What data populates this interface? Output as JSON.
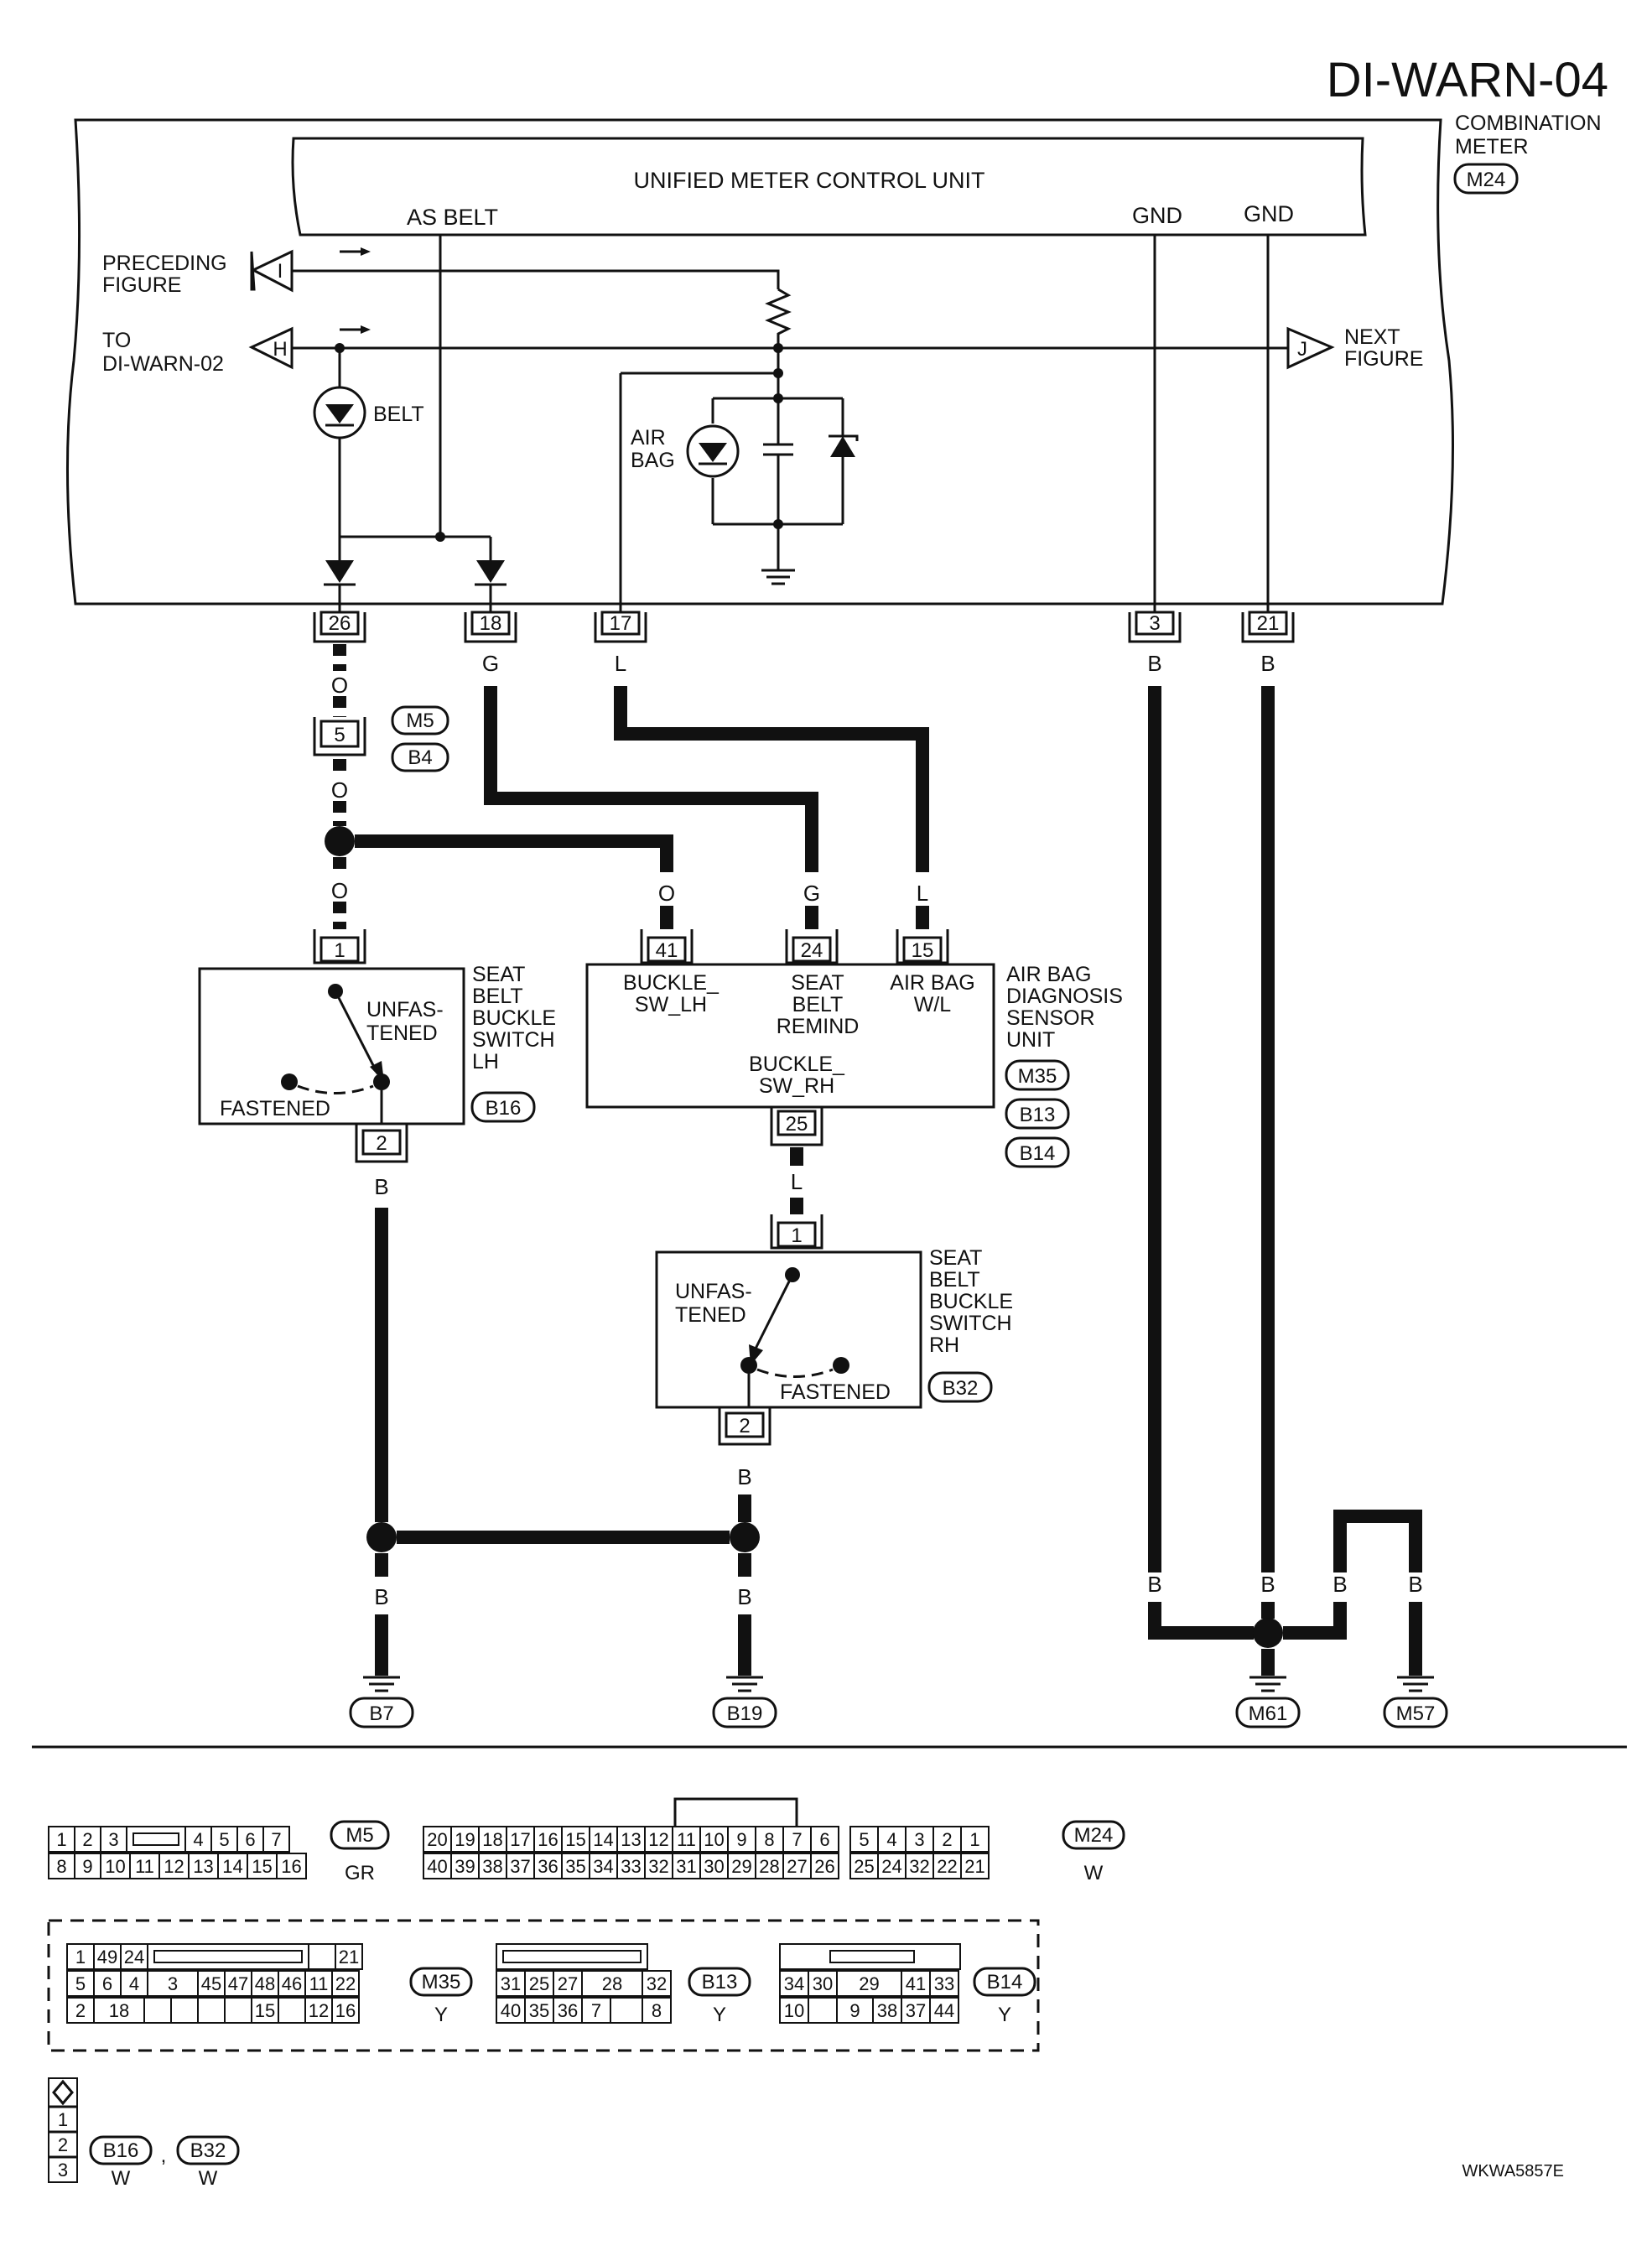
{
  "diagram_code": "DI-WARN-04",
  "combination_meter": {
    "label_line1": "COMBINATION",
    "label_line2": "METER",
    "connector": "M24"
  },
  "control_unit": {
    "title": "UNIFIED METER CONTROL UNIT",
    "as_belt": "AS BELT",
    "gnd1": "GND",
    "gnd2": "GND"
  },
  "refs": {
    "preceding_line1": "PRECEDING",
    "preceding_line2": "FIGURE",
    "preceding_letter": "I",
    "to_line1": "TO",
    "to_line2": "DI-WARN-02",
    "to_letter": "H",
    "next_line1": "NEXT",
    "next_line2": "FIGURE",
    "next_letter": "J"
  },
  "components": {
    "belt_lamp": "BELT",
    "airbag_lamp_line1": "AIR",
    "airbag_lamp_line2": "BAG",
    "switch_lh": {
      "name": [
        "SEAT",
        "BELT",
        "BUCKLE",
        "SWITCH",
        "LH"
      ],
      "connector": "B16",
      "unfastened_line1": "UNFAS-",
      "unfastened_line2": "TENED",
      "fastened": "FASTENED",
      "pin_top": "1",
      "pin_bottom": "2"
    },
    "switch_rh": {
      "name": [
        "SEAT",
        "BELT",
        "BUCKLE",
        "SWITCH",
        "RH"
      ],
      "connector": "B32",
      "unfastened_line1": "UNFAS-",
      "unfastened_line2": "TENED",
      "fastened": "FASTENED",
      "pin_top": "1",
      "pin_bottom": "2"
    },
    "airbag_unit": {
      "name": [
        "AIR BAG",
        "DIAGNOSIS",
        "SENSOR",
        "UNIT"
      ],
      "connectors": [
        "M35",
        "B13",
        "B14"
      ],
      "term_buckle_lh_1": "BUCKLE_",
      "term_buckle_lh_2": "SW_LH",
      "term_remind_1": "SEAT",
      "term_remind_2": "BELT",
      "term_remind_3": "REMIND",
      "term_wl_1": "AIR BAG",
      "term_wl_2": "W/L",
      "term_buckle_rh_1": "BUCKLE_",
      "term_buckle_rh_2": "SW_RH",
      "pins": [
        "41",
        "24",
        "15",
        "25"
      ]
    }
  },
  "meter_pins": [
    "26",
    "18",
    "17",
    "3",
    "21"
  ],
  "joint_connector": {
    "pin": "5",
    "connectors": [
      "M5",
      "B4"
    ]
  },
  "wire_colors": {
    "O": "O",
    "G": "G",
    "L": "L",
    "B": "B"
  },
  "grounds": [
    "B7",
    "B19",
    "M61",
    "M57"
  ],
  "connector_tables": {
    "m5": {
      "id": "M5",
      "color": "GR",
      "row1": [
        "1",
        "2",
        "3",
        "",
        "4",
        "5",
        "6",
        "7"
      ],
      "row2": [
        "8",
        "9",
        "10",
        "11",
        "12",
        "13",
        "14",
        "15",
        "16"
      ]
    },
    "m24": {
      "id": "M24",
      "color": "W",
      "row1": [
        "20",
        "19",
        "18",
        "17",
        "16",
        "15",
        "14",
        "13",
        "12",
        "11",
        "10",
        "9",
        "8",
        "7",
        "6",
        "",
        "5",
        "4",
        "3",
        "2",
        "1"
      ],
      "row2": [
        "40",
        "39",
        "38",
        "37",
        "36",
        "35",
        "34",
        "33",
        "32",
        "31",
        "30",
        "29",
        "28",
        "27",
        "26",
        "25",
        "24",
        "32",
        "22",
        "21"
      ]
    },
    "m35": {
      "id": "M35",
      "color": "Y",
      "row1": [
        "1",
        "49",
        "24",
        "",
        "21"
      ],
      "row2": [
        "5",
        "6",
        "4",
        "3",
        "45",
        "47",
        "48",
        "46",
        "11",
        "22"
      ],
      "row3": [
        "2",
        "18",
        "15",
        "12",
        "16"
      ]
    },
    "b13": {
      "id": "B13",
      "color": "Y",
      "row2": [
        "31",
        "25",
        "27",
        "28",
        "32"
      ],
      "row3": [
        "40",
        "35",
        "36",
        "7",
        "8"
      ]
    },
    "b14": {
      "id": "B14",
      "color": "Y",
      "row2": [
        "34",
        "30",
        "29",
        "41",
        "33"
      ],
      "row3": [
        "10",
        "9",
        "38",
        "37",
        "44"
      ]
    },
    "b16_b32": {
      "ids": [
        "B16",
        "B32"
      ],
      "colors": [
        "W",
        "W"
      ],
      "pins": [
        "1",
        "2",
        "3"
      ],
      "separator": ","
    }
  },
  "footer_code": "WKWA5857E"
}
